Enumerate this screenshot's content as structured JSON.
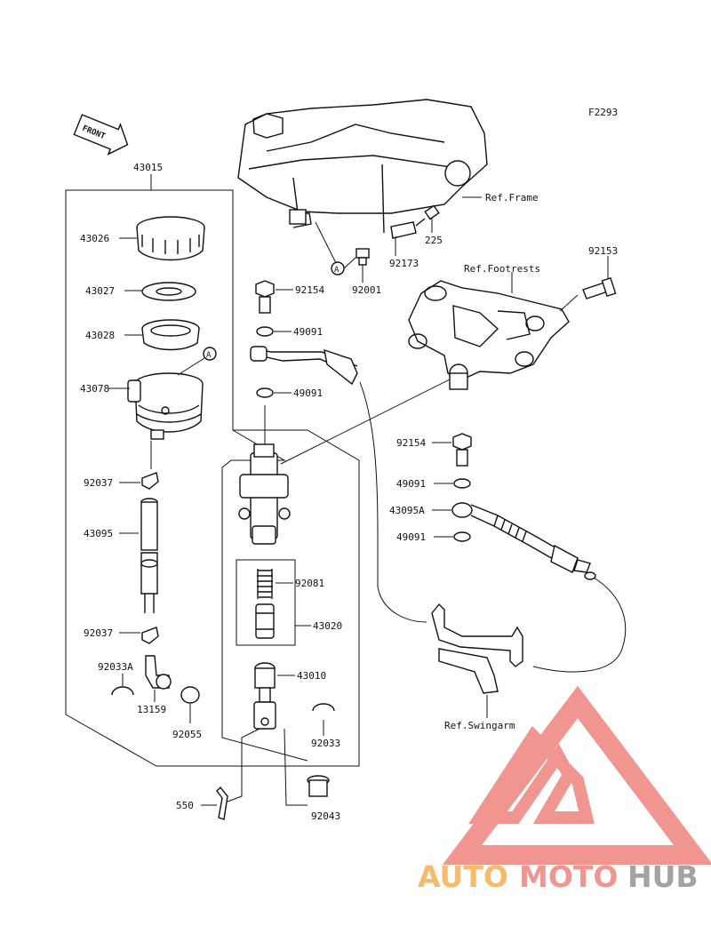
{
  "diagram_code": "F2293",
  "front_label": "FRONT",
  "refs": {
    "frame": "Ref.Frame",
    "footrests": "Ref.Footrests",
    "swingarm": "Ref.Swingarm"
  },
  "callout": "A",
  "parts": {
    "p43015": "43015",
    "p43026": "43026",
    "p43027": "43027",
    "p43028": "43028",
    "p43078": "43078",
    "p92037a": "92037",
    "p43095": "43095",
    "p92037b": "92037",
    "p92033A": "92033A",
    "p13159": "13159",
    "p92055": "92055",
    "p550": "550",
    "p92154a": "92154",
    "p92001": "92001",
    "p92173": "92173",
    "p225": "225",
    "p92153": "92153",
    "p49091a": "49091",
    "p49091b": "49091",
    "p92081": "92081",
    "p43020": "43020",
    "p43010": "43010",
    "p92033": "92033",
    "p92043": "92043",
    "p92154b": "92154",
    "p49091c": "49091",
    "p43095A": "43095A",
    "p49091d": "49091"
  },
  "watermark": {
    "part1": "AUTO",
    "part2": "MOTO",
    "part3": "HUB",
    "color_orange": "#f5b35a",
    "color_red": "#f08a86",
    "color_gray": "#9a9a9a"
  }
}
